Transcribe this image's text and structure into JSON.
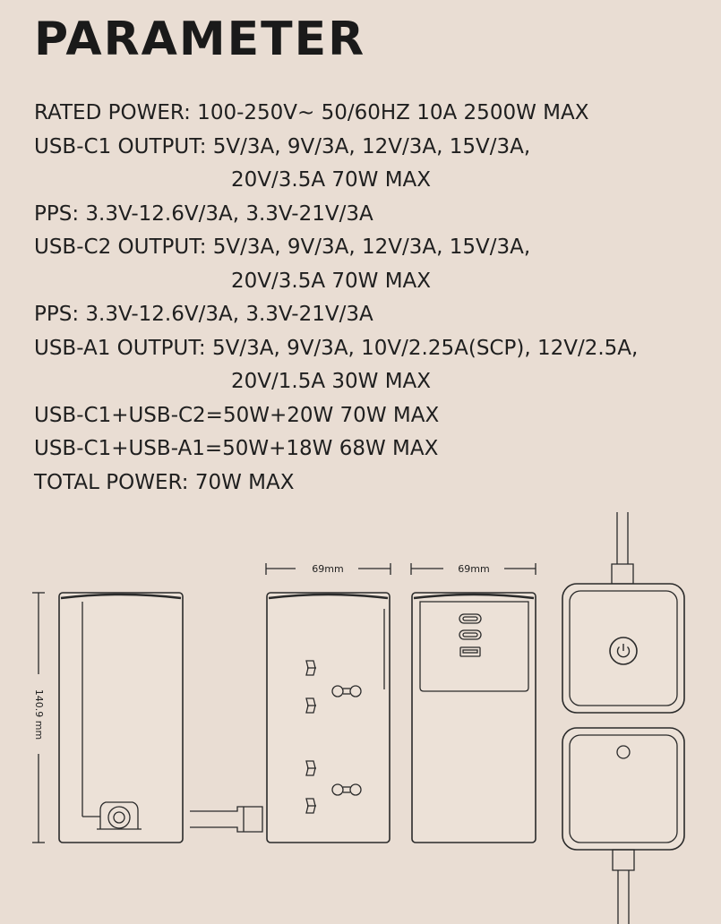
{
  "title": "PARAMETER",
  "specs": [
    {
      "text": "RATED POWER: 100-250V~ 50/60HZ 10A 2500W MAX",
      "indent": false
    },
    {
      "text": "USB-C1 OUTPUT: 5V/3A, 9V/3A, 12V/3A, 15V/3A,",
      "indent": false
    },
    {
      "text": "20V/3.5A 70W MAX",
      "indent": true
    },
    {
      "text": "PPS: 3.3V-12.6V/3A, 3.3V-21V/3A",
      "indent": false
    },
    {
      "text": "USB-C2 OUTPUT: 5V/3A, 9V/3A, 12V/3A, 15V/3A,",
      "indent": false
    },
    {
      "text": "20V/3.5A 70W MAX",
      "indent": true
    },
    {
      "text": "PPS: 3.3V-12.6V/3A, 3.3V-21V/3A",
      "indent": false
    },
    {
      "text": "USB-A1 OUTPUT: 5V/3A, 9V/3A, 10V/2.25A(SCP), 12V/2.5A,",
      "indent": false
    },
    {
      "text": "20V/1.5A 30W MAX",
      "indent": true
    },
    {
      "text": "USB-C1+USB-C2=50W+20W 70W MAX",
      "indent": false
    },
    {
      "text": "USB-C1+USB-A1=50W+18W 68W MAX",
      "indent": false
    },
    {
      "text": "TOTAL POWER: 70W MAX",
      "indent": false
    }
  ],
  "dimensions": {
    "width_front": "69mm",
    "width_back": "69mm",
    "height": "140.9 mm"
  },
  "icons": {
    "power": "power-icon"
  },
  "colors": {
    "background": "#e9ddd3",
    "text": "#1f1f1f",
    "line": "#2a2a2a"
  }
}
